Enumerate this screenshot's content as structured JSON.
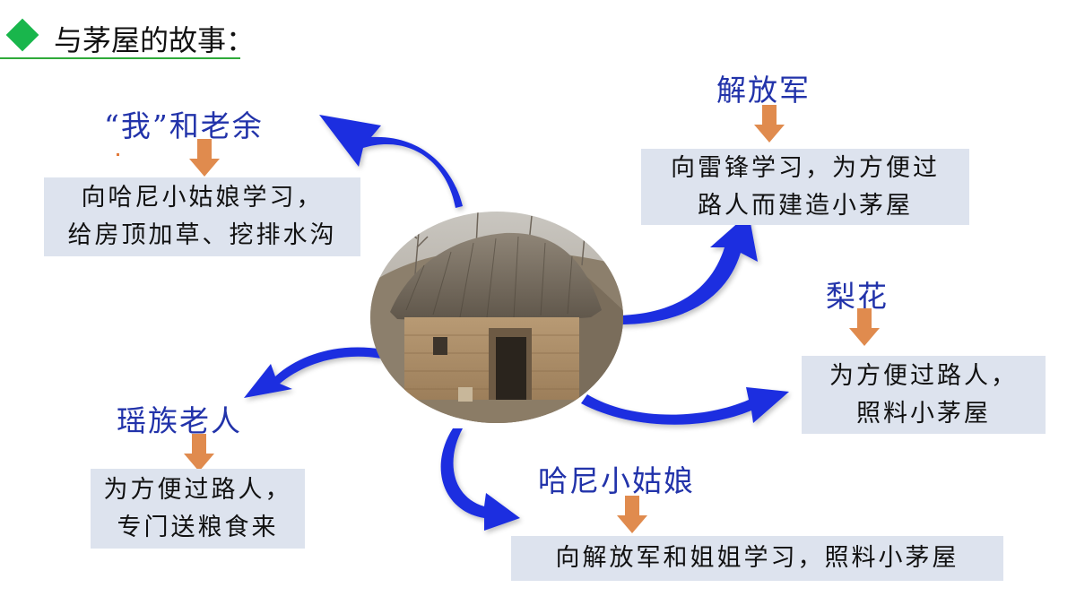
{
  "title": "与茅屋的故事：",
  "center_image": {
    "icon": "thatched-hut-photo"
  },
  "nodes": {
    "wo_and_laoyu": {
      "label": "“我”和老余",
      "lines": [
        "向哈尼小姑娘学习，",
        "给房顶加草、挖排水沟"
      ]
    },
    "jiefangjun": {
      "label": "解放军",
      "lines": [
        "向雷锋学习，为方便过",
        "路人而建造小茅屋"
      ]
    },
    "lihua": {
      "label": "梨花",
      "lines": [
        "为方便过路人，",
        "照料小茅屋"
      ]
    },
    "yaozu_laoren": {
      "label": "瑶族老人",
      "lines": [
        "为方便过路人，",
        "专门送粮食来"
      ]
    },
    "hani_guniang": {
      "label": "哈尼小姑娘",
      "lines": [
        "向解放军和姐姐学习，照料小茅屋"
      ]
    }
  },
  "colors": {
    "label_text": "#2233aa",
    "flow_arrow": "#1a2fe0",
    "down_arrow": "#e08b4e",
    "box_fill": "#dde3ee",
    "title_accent": "#19b64c"
  }
}
